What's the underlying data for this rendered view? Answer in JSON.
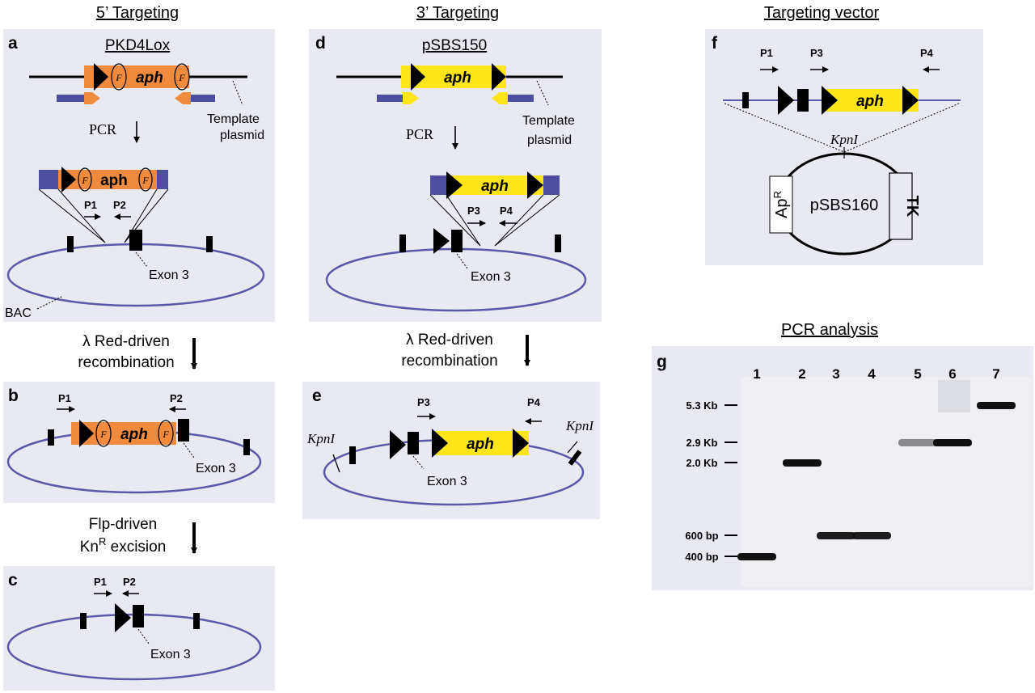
{
  "colors": {
    "panel_bg": "#e9e9f2",
    "bac_line": "#5a58a8",
    "orange": "#f08a3c",
    "yellow": "#ffe51a",
    "homology_blue": "#4d4ea0",
    "gel_bg": "#efeff3"
  },
  "headers": {
    "five_prime": "5’ Targeting",
    "three_prime": "3’ Targeting",
    "vector": "Targeting vector",
    "pcr": "PCR analysis"
  },
  "panels": {
    "a": {
      "label": "a",
      "plasmid_name": "PKD4Lox",
      "cassette": "aph",
      "frt": "F",
      "pcr": "PCR",
      "template_line1": "Template",
      "template_line2": "plasmid",
      "primer_left": "P1",
      "primer_right": "P2",
      "exon": "Exon 3",
      "bac": "BAC"
    },
    "step_ab": {
      "line1": "λ Red-driven",
      "line2": "recombination"
    },
    "b": {
      "label": "b",
      "primer_left": "P1",
      "primer_right": "P2",
      "cassette": "aph",
      "frt": "F",
      "exon": "Exon 3"
    },
    "step_bc": {
      "line1": "Flp-driven",
      "line2_main": "Kn",
      "line2_sup": "R",
      "line2_rest": " excision"
    },
    "c": {
      "label": "c",
      "primer_left": "P1",
      "primer_right": "P2",
      "exon": "Exon 3"
    },
    "d": {
      "label": "d",
      "plasmid_name": "pSBS150",
      "cassette": "aph",
      "pcr": "PCR",
      "template_line1": "Template",
      "template_line2": "plasmid",
      "primer_left": "P3",
      "primer_right": "P4",
      "exon": "Exon 3"
    },
    "step_de": {
      "line1": "λ Red-driven",
      "line2": "recombination"
    },
    "e": {
      "label": "e",
      "primer_left": "P3",
      "primer_right": "P4",
      "cassette": "aph",
      "exon": "Exon 3",
      "site_left": "KpnI",
      "site_right": "KpnI"
    },
    "f": {
      "label": "f",
      "primer_1": "P1",
      "primer_3": "P3",
      "primer_4": "P4",
      "cassette": "aph",
      "site": "KpnI",
      "vector_name": "pSBS160",
      "marker_left_main": "Ap",
      "marker_left_sup": "R",
      "marker_right": "TK"
    },
    "g": {
      "label": "g",
      "lanes": [
        "1",
        "2",
        "3",
        "4",
        "5",
        "6",
        "7"
      ],
      "size_markers": [
        "5.3 Kb",
        "2.9 Kb",
        "2.0 Kb",
        "600 bp",
        "400 bp"
      ],
      "bands": [
        {
          "lane": "1",
          "size": "400 bp",
          "intensity": 1.0
        },
        {
          "lane": "2",
          "size": "2.0 Kb",
          "intensity": 1.0
        },
        {
          "lane": "3",
          "size": "600 bp",
          "intensity": 0.95
        },
        {
          "lane": "4",
          "size": "600 bp",
          "intensity": 0.95
        },
        {
          "lane": "5",
          "size": "2.9 Kb",
          "intensity": 0.45
        },
        {
          "lane": "6",
          "size": "2.9 Kb",
          "intensity": 1.0
        },
        {
          "lane": "7",
          "size": "5.3 Kb",
          "intensity": 1.0
        }
      ]
    }
  }
}
